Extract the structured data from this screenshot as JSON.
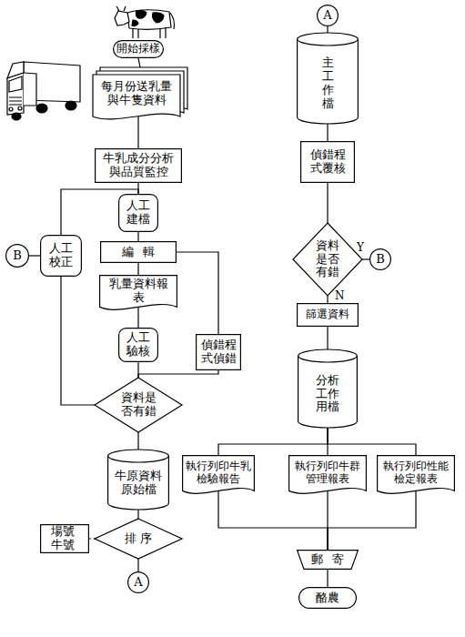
{
  "diagram": {
    "nodes": [
      {
        "text": [
          "開始採樣"
        ]
      },
      {
        "text": [
          "每月份送乳量與牛隻資料"
        ]
      },
      {
        "text": [
          "牛乳成分分析與品質監控"
        ]
      },
      {
        "text": [
          "人工建檔"
        ]
      },
      {
        "text": [
          "編輯"
        ]
      },
      {
        "text": [
          "乳量資料報表"
        ]
      },
      {
        "text": [
          "偵錯程式偵錯"
        ]
      },
      {
        "text": [
          "人工驗核"
        ]
      },
      {
        "text": [
          "B"
        ]
      },
      {
        "text": [
          "人工校正"
        ]
      },
      {
        "text": [
          "資料是否有錯"
        ]
      },
      {
        "text": [
          "牛原資料原始檔"
        ]
      },
      {
        "text": [
          "場號牛號"
        ]
      },
      {
        "text": [
          "排序"
        ]
      },
      {
        "text": [
          "A"
        ]
      },
      {
        "text": [
          "A"
        ]
      },
      {
        "text": [
          "主工作檔"
        ]
      },
      {
        "text": [
          "偵錯程式覆核"
        ]
      },
      {
        "text": [
          "資料是否有錯"
        ]
      },
      {
        "text": [
          "B"
        ]
      },
      {
        "text": [
          "篩選資料"
        ]
      },
      {
        "text": [
          "分析工作用檔"
        ]
      },
      {
        "text": [
          "執行列印牛乳檢驗報告"
        ]
      },
      {
        "text": [
          "執行列印牛群管理報表"
        ]
      },
      {
        "text": [
          "執行列印性能檢定報表"
        ]
      },
      {
        "text": [
          "郵寄"
        ]
      },
      {
        "text": [
          "酪農"
        ]
      }
    ],
    "edges": [
      {
        "from": 0,
        "to": 1,
        "arrow": "none"
      },
      {
        "from": 1,
        "to": 2,
        "arrow": "none"
      },
      {
        "from": 2,
        "to": 3,
        "arrow": "none"
      },
      {
        "from": 3,
        "to": 4,
        "arrow": "none"
      },
      {
        "from": 4,
        "to": 5,
        "arrow": "none"
      },
      {
        "from": 4,
        "to": 6,
        "arrow": "none"
      },
      {
        "from": 5,
        "to": 7,
        "arrow": "none"
      },
      {
        "from": 7,
        "to": 10,
        "arrow": "none"
      },
      {
        "from": 6,
        "to": 10,
        "arrow": "none"
      },
      {
        "from": 10,
        "to": 9,
        "arrow": "none"
      },
      {
        "from": 9,
        "to": 3,
        "arrow": "none"
      },
      {
        "from": 8,
        "to": 9,
        "arrow": "none"
      },
      {
        "from": 10,
        "to": 11,
        "arrow": "none"
      },
      {
        "from": 11,
        "to": 13,
        "arrow": "none"
      },
      {
        "from": 12,
        "to": 13,
        "arrow": "none"
      },
      {
        "from": 13,
        "to": 14,
        "arrow": "none"
      },
      {
        "from": 15,
        "to": 16,
        "arrow": "none"
      },
      {
        "from": 16,
        "to": 17,
        "arrow": "none"
      },
      {
        "from": 17,
        "to": 18,
        "arrow": "none"
      },
      {
        "from": 18,
        "to": 19,
        "label": "Y",
        "arrow": "none"
      },
      {
        "from": 18,
        "to": 20,
        "label": "N",
        "arrow": "none"
      },
      {
        "from": 20,
        "to": 21,
        "arrow": "none"
      },
      {
        "from": 21,
        "to": 22,
        "arrow": "none"
      },
      {
        "from": 21,
        "to": 23,
        "arrow": "none"
      },
      {
        "from": 21,
        "to": 24,
        "arrow": "none"
      },
      {
        "from": 22,
        "to": 25,
        "arrow": "none"
      },
      {
        "from": 23,
        "to": 25,
        "arrow": "none"
      },
      {
        "from": 24,
        "to": 25,
        "arrow": "none"
      },
      {
        "from": 25,
        "to": 26,
        "arrow": "none"
      }
    ]
  }
}
